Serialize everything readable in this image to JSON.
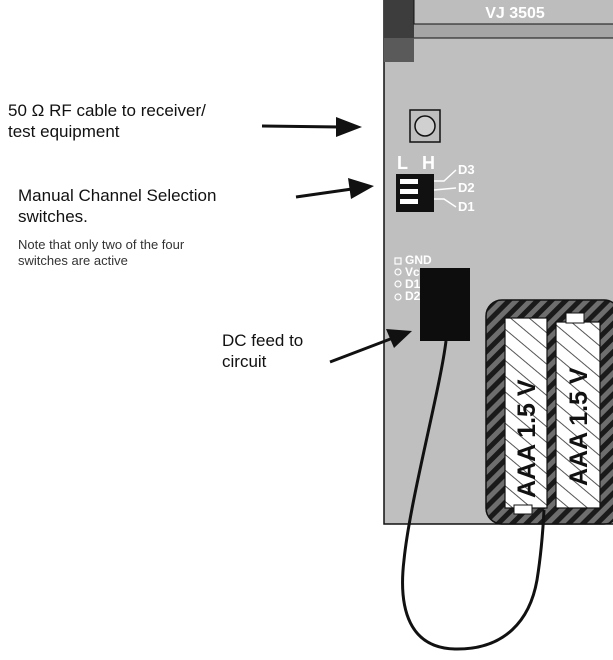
{
  "board": {
    "model_label": "VJ 3505"
  },
  "switch_block": {
    "low_label": "L",
    "high_label": "H",
    "pins": [
      "D3",
      "D2",
      "D1"
    ]
  },
  "connector": {
    "pins": [
      "GND",
      "Vcc",
      "D1",
      "D2"
    ]
  },
  "batteries": [
    {
      "label": "AAA 1.5 V"
    },
    {
      "label": "AAA 1.5 V"
    }
  ],
  "callouts": {
    "rf_cable": {
      "line1": "50 Ω RF cable to receiver/",
      "line2": "test equipment"
    },
    "channel_switches": {
      "line1": "Manual Channel Selection",
      "line2": "switches.",
      "note_line1": "Note that only two of the four",
      "note_line2": "switches are active"
    },
    "dc_feed": {
      "line1": "DC feed to",
      "line2": "circuit"
    }
  },
  "colors": {
    "board_fill": "#bfbfbf",
    "board_top_strip": "#9a9a9a",
    "outline": "#111111"
  }
}
